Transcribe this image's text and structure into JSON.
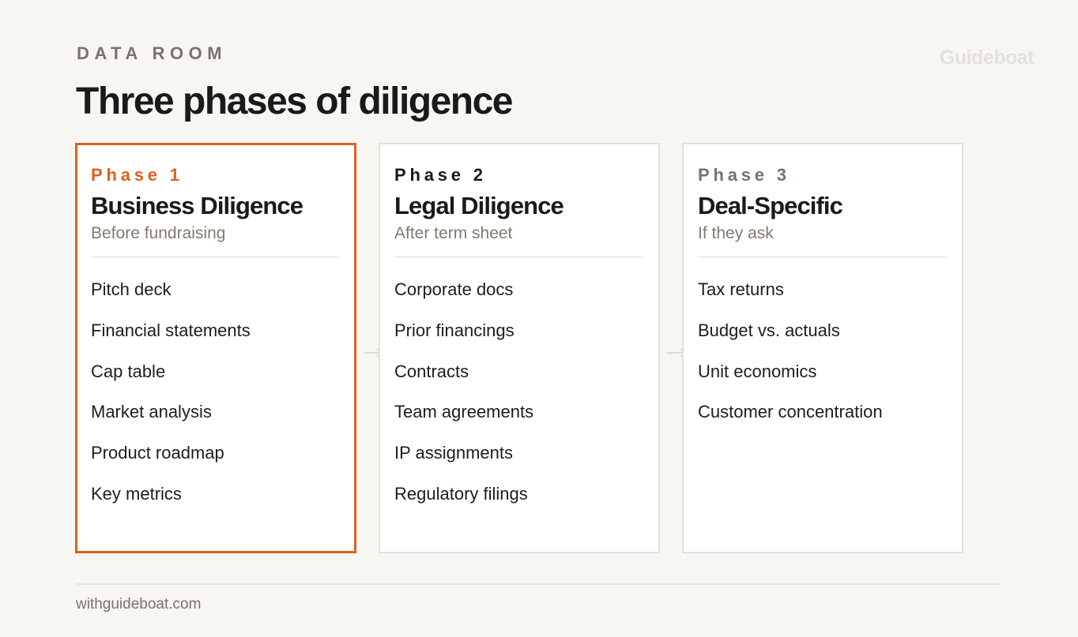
{
  "header": {
    "eyebrow": "DATA ROOM",
    "title": "Three phases of diligence",
    "brand": "Guideboat"
  },
  "phases": [
    {
      "label": "Phase 1",
      "title": "Business Diligence",
      "subtitle": "Before fundraising",
      "label_color": "#e0601f",
      "items": [
        "Pitch deck",
        "Financial statements",
        "Cap table",
        "Market analysis",
        "Product roadmap",
        "Key metrics"
      ]
    },
    {
      "label": "Phase 2",
      "title": "Legal Diligence",
      "subtitle": "After term sheet",
      "label_color": "#1c1a18",
      "items": [
        "Corporate docs",
        "Prior financings",
        "Contracts",
        "Team agreements",
        "IP assignments",
        "Regulatory filings"
      ]
    },
    {
      "label": "Phase 3",
      "title": "Deal-Specific",
      "subtitle": "If they ask",
      "label_color": "#7b7168",
      "items": [
        "Tax returns",
        "Budget vs. actuals",
        "Unit economics",
        "Customer concentration"
      ]
    }
  ],
  "footer": {
    "url": "withguideboat.com"
  },
  "colors": {
    "accent": "#e0601f",
    "background": "#f8f6f3",
    "card_border": "#e3e0db",
    "muted_text": "#7b7168"
  }
}
